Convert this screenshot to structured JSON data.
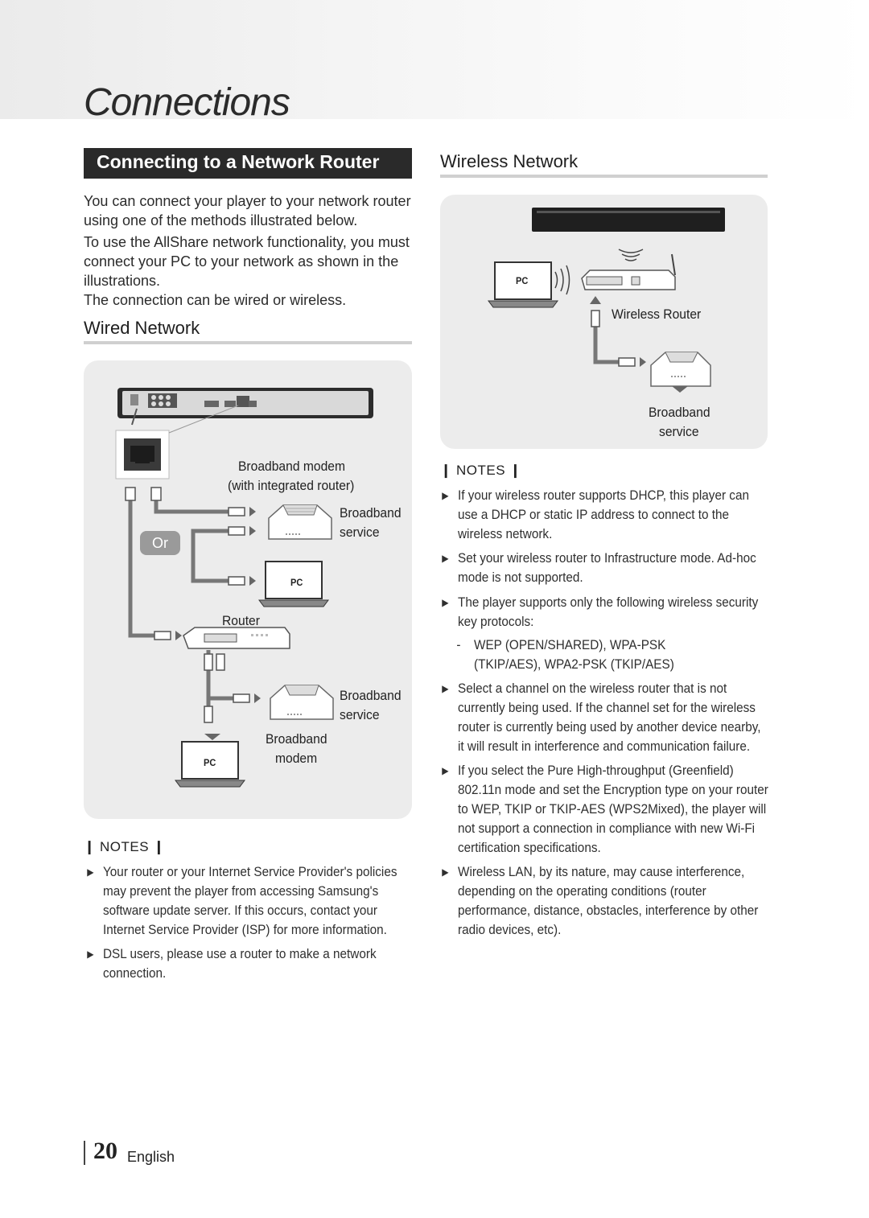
{
  "header": {
    "title": "Connections"
  },
  "section": {
    "title": "Connecting to a Network Router"
  },
  "intro": {
    "p1": "You can connect your player to your network router using one of the methods illustrated below.",
    "p2": "To use the AllShare network functionality, you must connect your PC to your network as shown in the illustrations.",
    "p3": "The connection can be wired or wireless."
  },
  "wired": {
    "heading": "Wired Network",
    "labels": {
      "modem_router": "Broadband modem",
      "modem_router_sub": "(with integrated router)",
      "broadband1": "Broadband",
      "service1": "service",
      "or": "Or",
      "pc1": "PC",
      "router": "Router",
      "broadband2": "Broadband",
      "service2": "service",
      "modem_line1": "Broadband",
      "modem_line2": "modem",
      "pc2": "PC"
    },
    "notes_label": "NOTES",
    "notes": [
      "Your router or your Internet Service Provider's policies may prevent the player from accessing Samsung's software update server. If this occurs, contact your Internet Service Provider (ISP) for more information.",
      "DSL users, please use a router to make a network connection."
    ]
  },
  "wireless": {
    "heading": "Wireless Network",
    "labels": {
      "pc": "PC",
      "router": "Wireless Router",
      "broadband": "Broadband",
      "service": "service"
    },
    "notes_label": "NOTES",
    "notes": [
      "If your wireless router supports DHCP, this player can use a DHCP or static IP address to connect to the wireless network.",
      "Set your wireless router to Infrastructure mode. Ad-hoc mode is not supported.",
      "The player supports only the following wireless security key protocols:",
      "Select a channel on the wireless router that is not currently being used. If the channel set for the wireless router is currently being used by another device nearby, it will result in interference and communication failure.",
      "If you select the Pure High-throughput (Greenfield) 802.11n mode and set the Encryption type on your router to WEP, TKIP or TKIP-AES (WPS2Mixed), the player will not support a connection in compliance with new Wi-Fi certification specifications.",
      "Wireless LAN, by its nature, may cause interference, depending on the operating conditions (router performance, distance, obstacles, interference by other radio devices, etc)."
    ],
    "sub_note": "WEP (OPEN/SHARED), WPA-PSK (TKIP/AES), WPA2-PSK (TKIP/AES)",
    "sub_dash": "-"
  },
  "footer": {
    "page_number": "20",
    "language": "English"
  }
}
